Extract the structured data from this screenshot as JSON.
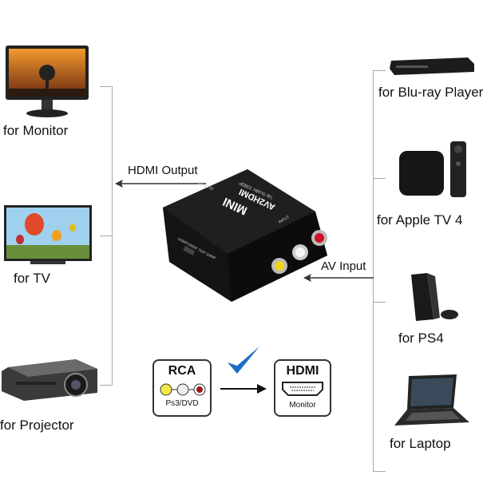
{
  "left_devices": [
    {
      "label": "for Monitor"
    },
    {
      "label": "for TV"
    },
    {
      "label": "for Projector"
    }
  ],
  "right_devices": [
    {
      "label": "for Blu-ray Player"
    },
    {
      "label": "for Apple TV 4"
    },
    {
      "label": "for PS4"
    },
    {
      "label": "for Laptop"
    }
  ],
  "arrows": {
    "output": "HDMI Output",
    "input": "AV Input"
  },
  "device": {
    "brand": "MINI",
    "model": "AV2HDMI",
    "sub": "Up Scaler 1080P",
    "output_port": "OUTPUT",
    "input_port": "INPUT",
    "switch": "USB/POWER 720P 1080P"
  },
  "legend": {
    "rca_title": "RCA",
    "rca_sub": "Ps3/DVD",
    "hdmi_title": "HDMI",
    "hdmi_sub": "Monitor"
  },
  "colors": {
    "check": "#1a6fc4",
    "yellow": "#f2d21a",
    "red": "#d0102a"
  }
}
